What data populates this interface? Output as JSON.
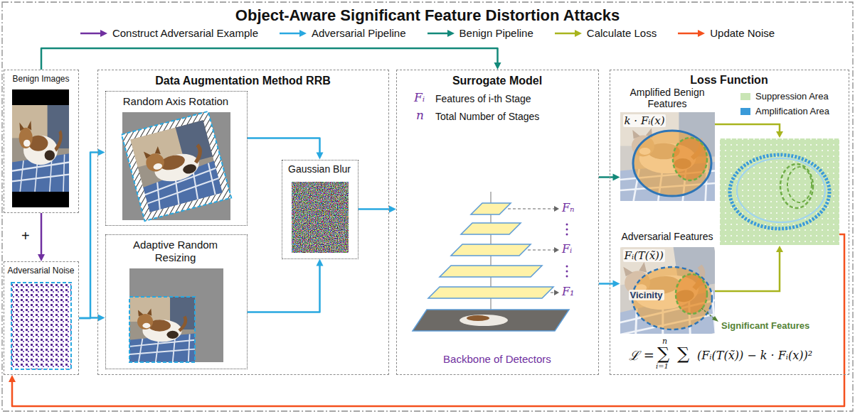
{
  "diagram": {
    "title": "Object-Aware Significant Feature Distortion Attacks",
    "nodes": [
      {
        "text": [
          "Benign Images"
        ]
      },
      {
        "text": [
          "Adversarial Noise"
        ]
      },
      {
        "text": [
          "Data Augmentation Method RRB"
        ]
      },
      {
        "text": [
          "Random Axis Rotation"
        ],
        "in": 2
      },
      {
        "text": [
          "Adaptive Random Resizing"
        ],
        "in": 2
      },
      {
        "text": [
          "Gaussian Blur"
        ],
        "in": 2
      },
      {
        "text": [
          "Surrogate Model",
          "Backbone of Detectors"
        ]
      },
      {
        "text": [
          "Loss Function"
        ]
      },
      {
        "text": [
          "Amplified Benign Features",
          "k · Fᵢ(x)"
        ],
        "in": 7
      },
      {
        "text": [
          "Adversarial Features",
          "Fᵢ(T(x̃))",
          "Vicinity"
        ],
        "in": 7
      }
    ],
    "edges": [
      {
        "from": 0,
        "to": 6,
        "arrow": "to"
      },
      {
        "from": 0,
        "to": 1,
        "arrow": "to",
        "label": "+"
      },
      {
        "from": 1,
        "to": 3,
        "arrow": "to"
      },
      {
        "from": 1,
        "to": 4,
        "arrow": "to"
      },
      {
        "from": 3,
        "to": 5,
        "arrow": "to"
      },
      {
        "from": 4,
        "to": 5,
        "arrow": "to"
      },
      {
        "from": 5,
        "to": 6,
        "arrow": "to"
      },
      {
        "from": 6,
        "to": 8,
        "arrow": "to"
      },
      {
        "from": 6,
        "to": 9,
        "arrow": "to"
      },
      {
        "from": 7,
        "to": 1,
        "arrow": "to"
      }
    ],
    "labels": [
      "Fᵢ",
      "Features of i-th Stage",
      "n",
      "Total Number of Stages",
      "Fₙ",
      "Fᵢ",
      "F₁",
      "Significant Features",
      "ℒ =",
      "n",
      "∑",
      "i=1",
      "∑",
      "(Fᵢ(T(x̃)) − k · Fᵢ(x))²"
    ],
    "legend": [
      {
        "text": "Construct Adversarial Example"
      },
      {
        "text": "Adversarial Pipeline"
      },
      {
        "text": "Benign Pipeline"
      },
      {
        "text": "Calculate Loss"
      },
      {
        "text": "Update Noise"
      },
      {
        "text": "Suppression Area",
        "color": "#c9e5b5"
      },
      {
        "text": "Amplification Area",
        "color": "#3a9ad9"
      }
    ]
  }
}
